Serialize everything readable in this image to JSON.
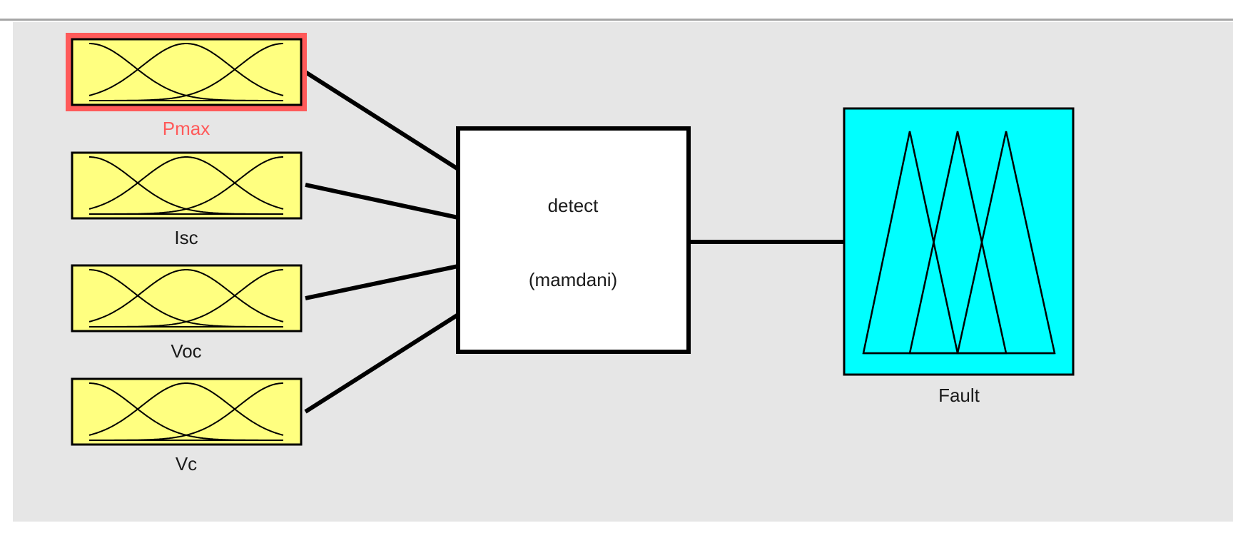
{
  "system": {
    "name": "detect",
    "type": "(mamdani)"
  },
  "inputs": [
    {
      "label": "Pmax",
      "selected": true
    },
    {
      "label": "Isc",
      "selected": false
    },
    {
      "label": "Voc",
      "selected": false
    },
    {
      "label": "Vc",
      "selected": false
    }
  ],
  "output": {
    "label": "Fault"
  },
  "colors": {
    "input_fill": "#ffff80",
    "output_fill": "#00ffff",
    "selection": "#ff5a5a",
    "background": "#e6e6e6"
  }
}
